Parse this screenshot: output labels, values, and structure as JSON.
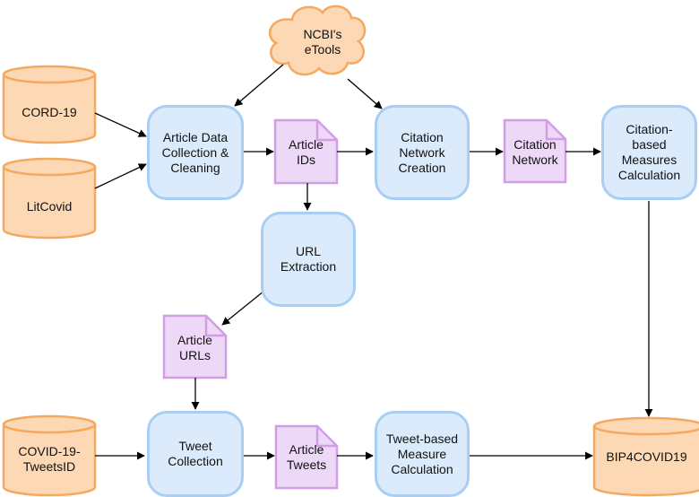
{
  "nodes": {
    "ncbi": "NCBI's\neTools",
    "cord19": "CORD-19",
    "litcovid": "LitCovid",
    "covid_tweets": "COVID-19-\nTweetsID",
    "bip4covid19": "BIP4COVID19",
    "article_data": "Article Data\nCollection &\nCleaning",
    "citation_creation": "Citation\nNetwork\nCreation",
    "citation_measures": "Citation-\nbased\nMeasures\nCalculation",
    "url_extraction": "URL\nExtraction",
    "tweet_collection": "Tweet\nCollection",
    "tweet_measure": "Tweet-based\nMeasure\nCalculation",
    "article_ids": "Article\nIDs",
    "citation_network": "Citation\nNetwork",
    "article_urls": "Article\nURLs",
    "article_tweets": "Article\nTweets"
  },
  "colors": {
    "process_fill": "#dcebfb",
    "process_stroke": "#a9cef4",
    "database_fill": "#fcd8b4",
    "database_stroke": "#f4a860",
    "document_fill": "#eed8f7",
    "document_stroke": "#d19ee6",
    "cloud_fill": "#fcd8b4",
    "cloud_stroke": "#f4a860",
    "arrow": "#000000"
  }
}
